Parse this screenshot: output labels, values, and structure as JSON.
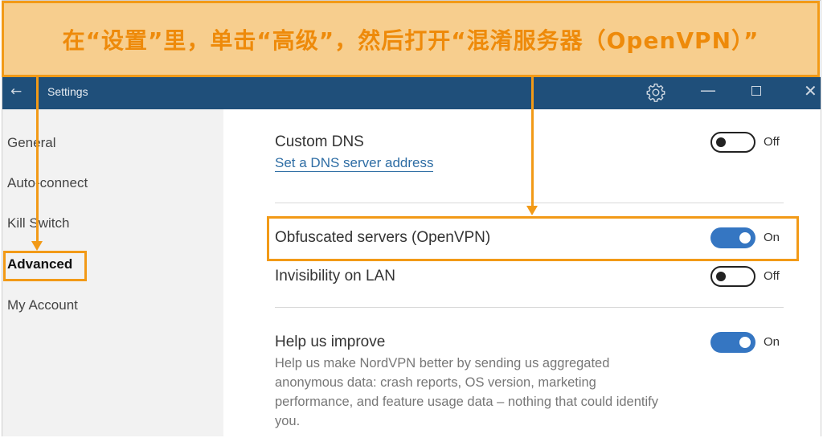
{
  "annotation": {
    "text": "在“设置”里，单击“高级”，然后打开“混淆服务器（OpenVPN）”"
  },
  "window": {
    "title": "Settings",
    "back_glyph": "←",
    "minimize_glyph": "—",
    "close_glyph": "✕"
  },
  "sidebar": {
    "items": [
      {
        "label": "General"
      },
      {
        "label": "Auto-connect"
      },
      {
        "label": "Kill Switch"
      },
      {
        "label": "Advanced"
      },
      {
        "label": "My Account"
      }
    ]
  },
  "settings": {
    "custom_dns": {
      "label": "Custom DNS",
      "link": "Set a DNS server address",
      "state": "Off"
    },
    "obfuscated": {
      "label": "Obfuscated servers (OpenVPN)",
      "state": "On"
    },
    "invisibility": {
      "label": "Invisibility on LAN",
      "state": "Off"
    },
    "help_improve": {
      "label": "Help us improve",
      "description": "Help us make NordVPN better by sending us aggregated anonymous data: crash reports, OS version, marketing performance, and feature usage data – nothing that could identify you.",
      "state": "On"
    }
  },
  "colors": {
    "accent_orange": "#f29a17",
    "titlebar": "#1f4f7a",
    "toggle_on": "#3576c2",
    "link": "#2e6da4"
  }
}
